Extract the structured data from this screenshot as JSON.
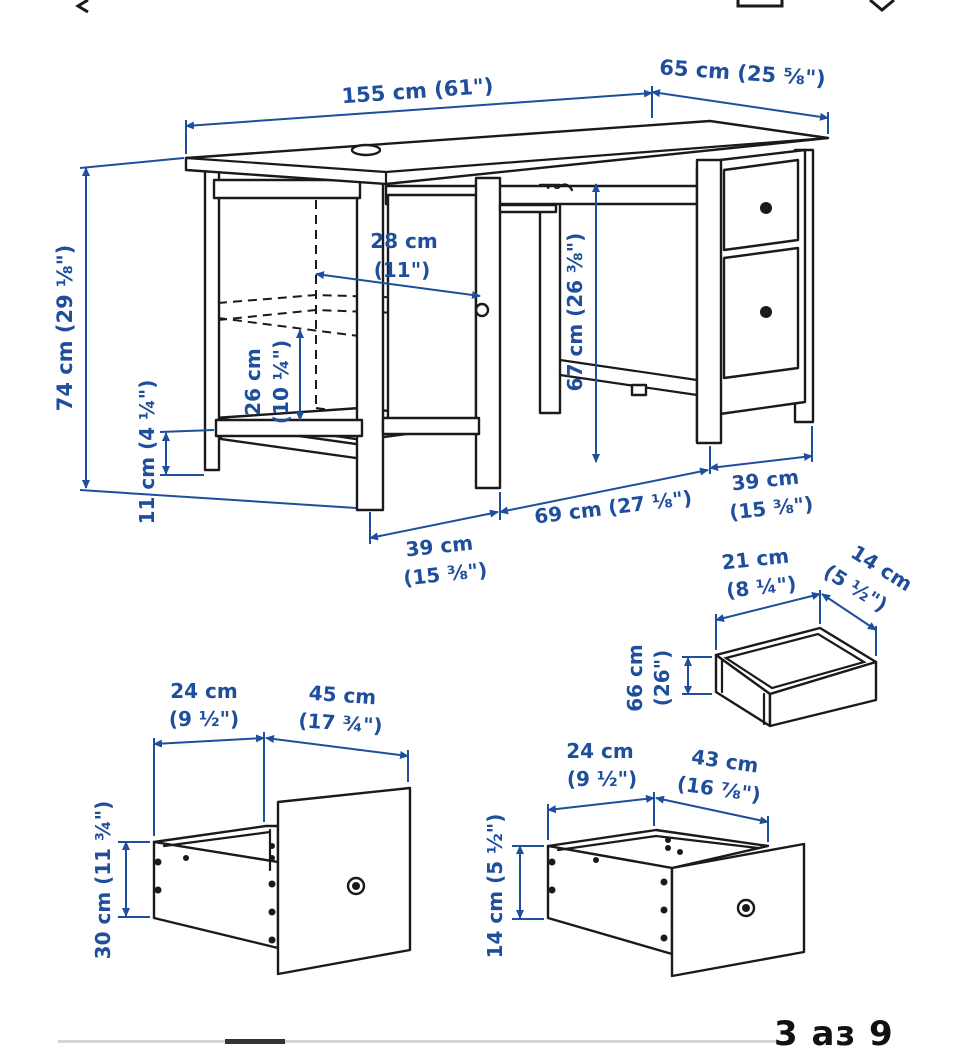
{
  "desk": {
    "width": {
      "line1": "155 cm (61\")"
    },
    "depth": {
      "line1": "65 cm (25 ⅝\")"
    },
    "height": {
      "line1": "74 cm (29 ⅛\")"
    },
    "shelf_depth": {
      "line1": "28 cm",
      "line2": "(11\")"
    },
    "shelf_height": {
      "line1": "26 cm",
      "line2": "(10 ¼\")"
    },
    "bottom_clearance": {
      "line1": "11 cm (4 ¼\")"
    },
    "knee_height": {
      "line1": "67 cm (26 ⅜\")"
    },
    "left_section": {
      "line1": "39 cm",
      "line2": "(15 ⅜\")"
    },
    "middle_section": {
      "line1": "69 cm (27 ⅛\")"
    },
    "right_section": {
      "line1": "39 cm",
      "line2": "(15 ⅜\")"
    }
  },
  "small_tray": {
    "width": {
      "line1": "21 cm",
      "line2": "(8 ¼\")"
    },
    "depth": {
      "line1": "14 cm",
      "line2": "(5 ½\")"
    },
    "height": {
      "line1": "66 cm",
      "line2": "(26\")"
    }
  },
  "large_drawer": {
    "width": {
      "line1": "24 cm",
      "line2": "(9 ½\")"
    },
    "depth": {
      "line1": "45 cm",
      "line2": "(17 ¾\")"
    },
    "height": {
      "line1": "30 cm (11 ¾\")"
    }
  },
  "small_drawer": {
    "width": {
      "line1": "24 cm",
      "line2": "(9 ½\")"
    },
    "depth": {
      "line1": "43 cm",
      "line2": "(16 ⅞\")"
    },
    "height": {
      "line1": "14 cm (5 ½\")"
    }
  },
  "pager": {
    "text": "3 аз 9"
  },
  "icons": [
    "back-icon",
    "square-icon",
    "tag-icon"
  ],
  "colors": {
    "dimension": "#1f4e9c",
    "ink": "#1a1a1a"
  }
}
